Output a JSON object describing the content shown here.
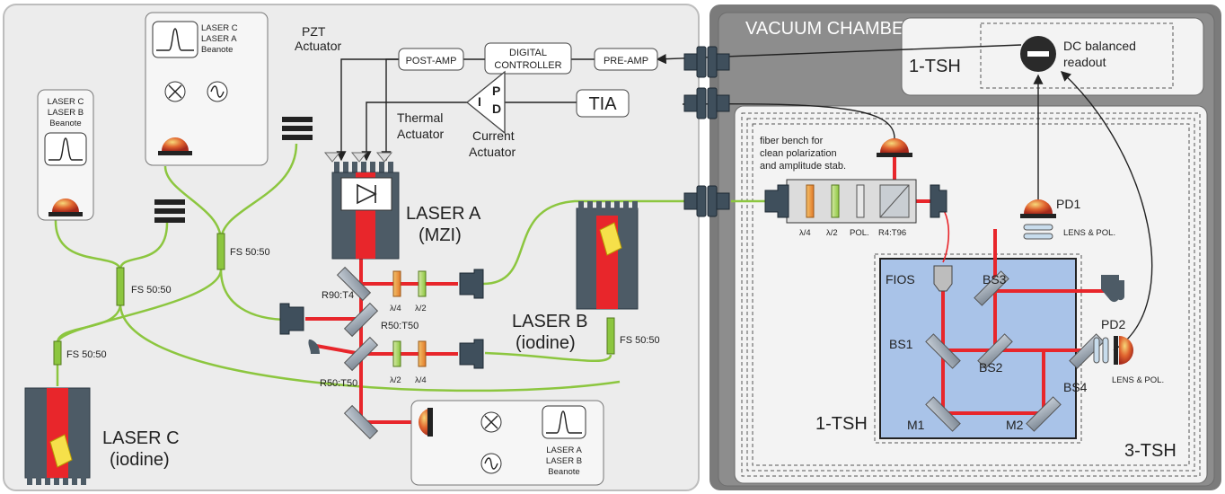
{
  "chamber": {
    "title": "VACUUM CHAMBER",
    "inner_tsh_label": "1-TSH",
    "outer_tsh_label": "3-TSH",
    "readout_tsh_label": "1-TSH",
    "readout_label_line1": "DC balanced",
    "readout_label_line2": "readout"
  },
  "electronics": {
    "pzt_line1": "PZT",
    "pzt_line2": "Actuator",
    "post_amp": "POST-AMP",
    "digital_line1": "DIGITAL",
    "digital_line2": "CONTROLLER",
    "pre_amp": "PRE-AMP",
    "tia": "TIA",
    "pd_p": "P",
    "pd_d": "D",
    "pd_i": "I",
    "thermal_line1": "Thermal",
    "thermal_line2": "Actuator",
    "current_line1": "Current",
    "current_line2": "Actuator"
  },
  "lasers": {
    "a_line1": "LASER A",
    "a_line2": "(MZI)",
    "b_line1": "LASER B",
    "b_line2": "(iodine)",
    "c_line1": "LASER C",
    "c_line2": "(iodine)"
  },
  "beatnotes": {
    "ca": [
      "LASER C",
      "LASER A",
      "Beanote"
    ],
    "cb": [
      "LASER C",
      "LASER B",
      "Beanote"
    ],
    "ab": [
      "LASER A",
      "LASER B",
      "Beanote"
    ]
  },
  "splitters": {
    "fs1": "FS 50:50",
    "fs2": "FS 50:50",
    "fs3": "FS 50:50",
    "fs4": "FS 50:50"
  },
  "optics": {
    "r90": "R90:T4",
    "r50a": "R50:T50",
    "r50b": "R50:T50",
    "l4a": "λ/4",
    "l2a": "λ/2",
    "l2b": "λ/2",
    "l4b": "λ/4"
  },
  "fiber_bench": {
    "line1": "fiber bench for",
    "line2": "clean polarization",
    "line3": "and amplitude stab.",
    "l4": "λ/4",
    "l2": "λ/2",
    "pol": "POL.",
    "r4": "R4:T96"
  },
  "interferometer": {
    "fios": "FIOS",
    "bs1": "BS1",
    "bs2": "BS2",
    "bs3": "BS3",
    "bs4": "BS4",
    "m1": "M1",
    "m2": "M2",
    "pd1": "PD1",
    "pd2": "PD2",
    "lens_pol1": "LENS & POL.",
    "lens_pol2": "LENS & POL."
  },
  "colors": {
    "beam": "#e8262b",
    "fiber": "#8cc63f",
    "laser_body": "#4d5b66",
    "chamber": "#7a7a7a",
    "ifo_bg": "#a9c3e8"
  }
}
